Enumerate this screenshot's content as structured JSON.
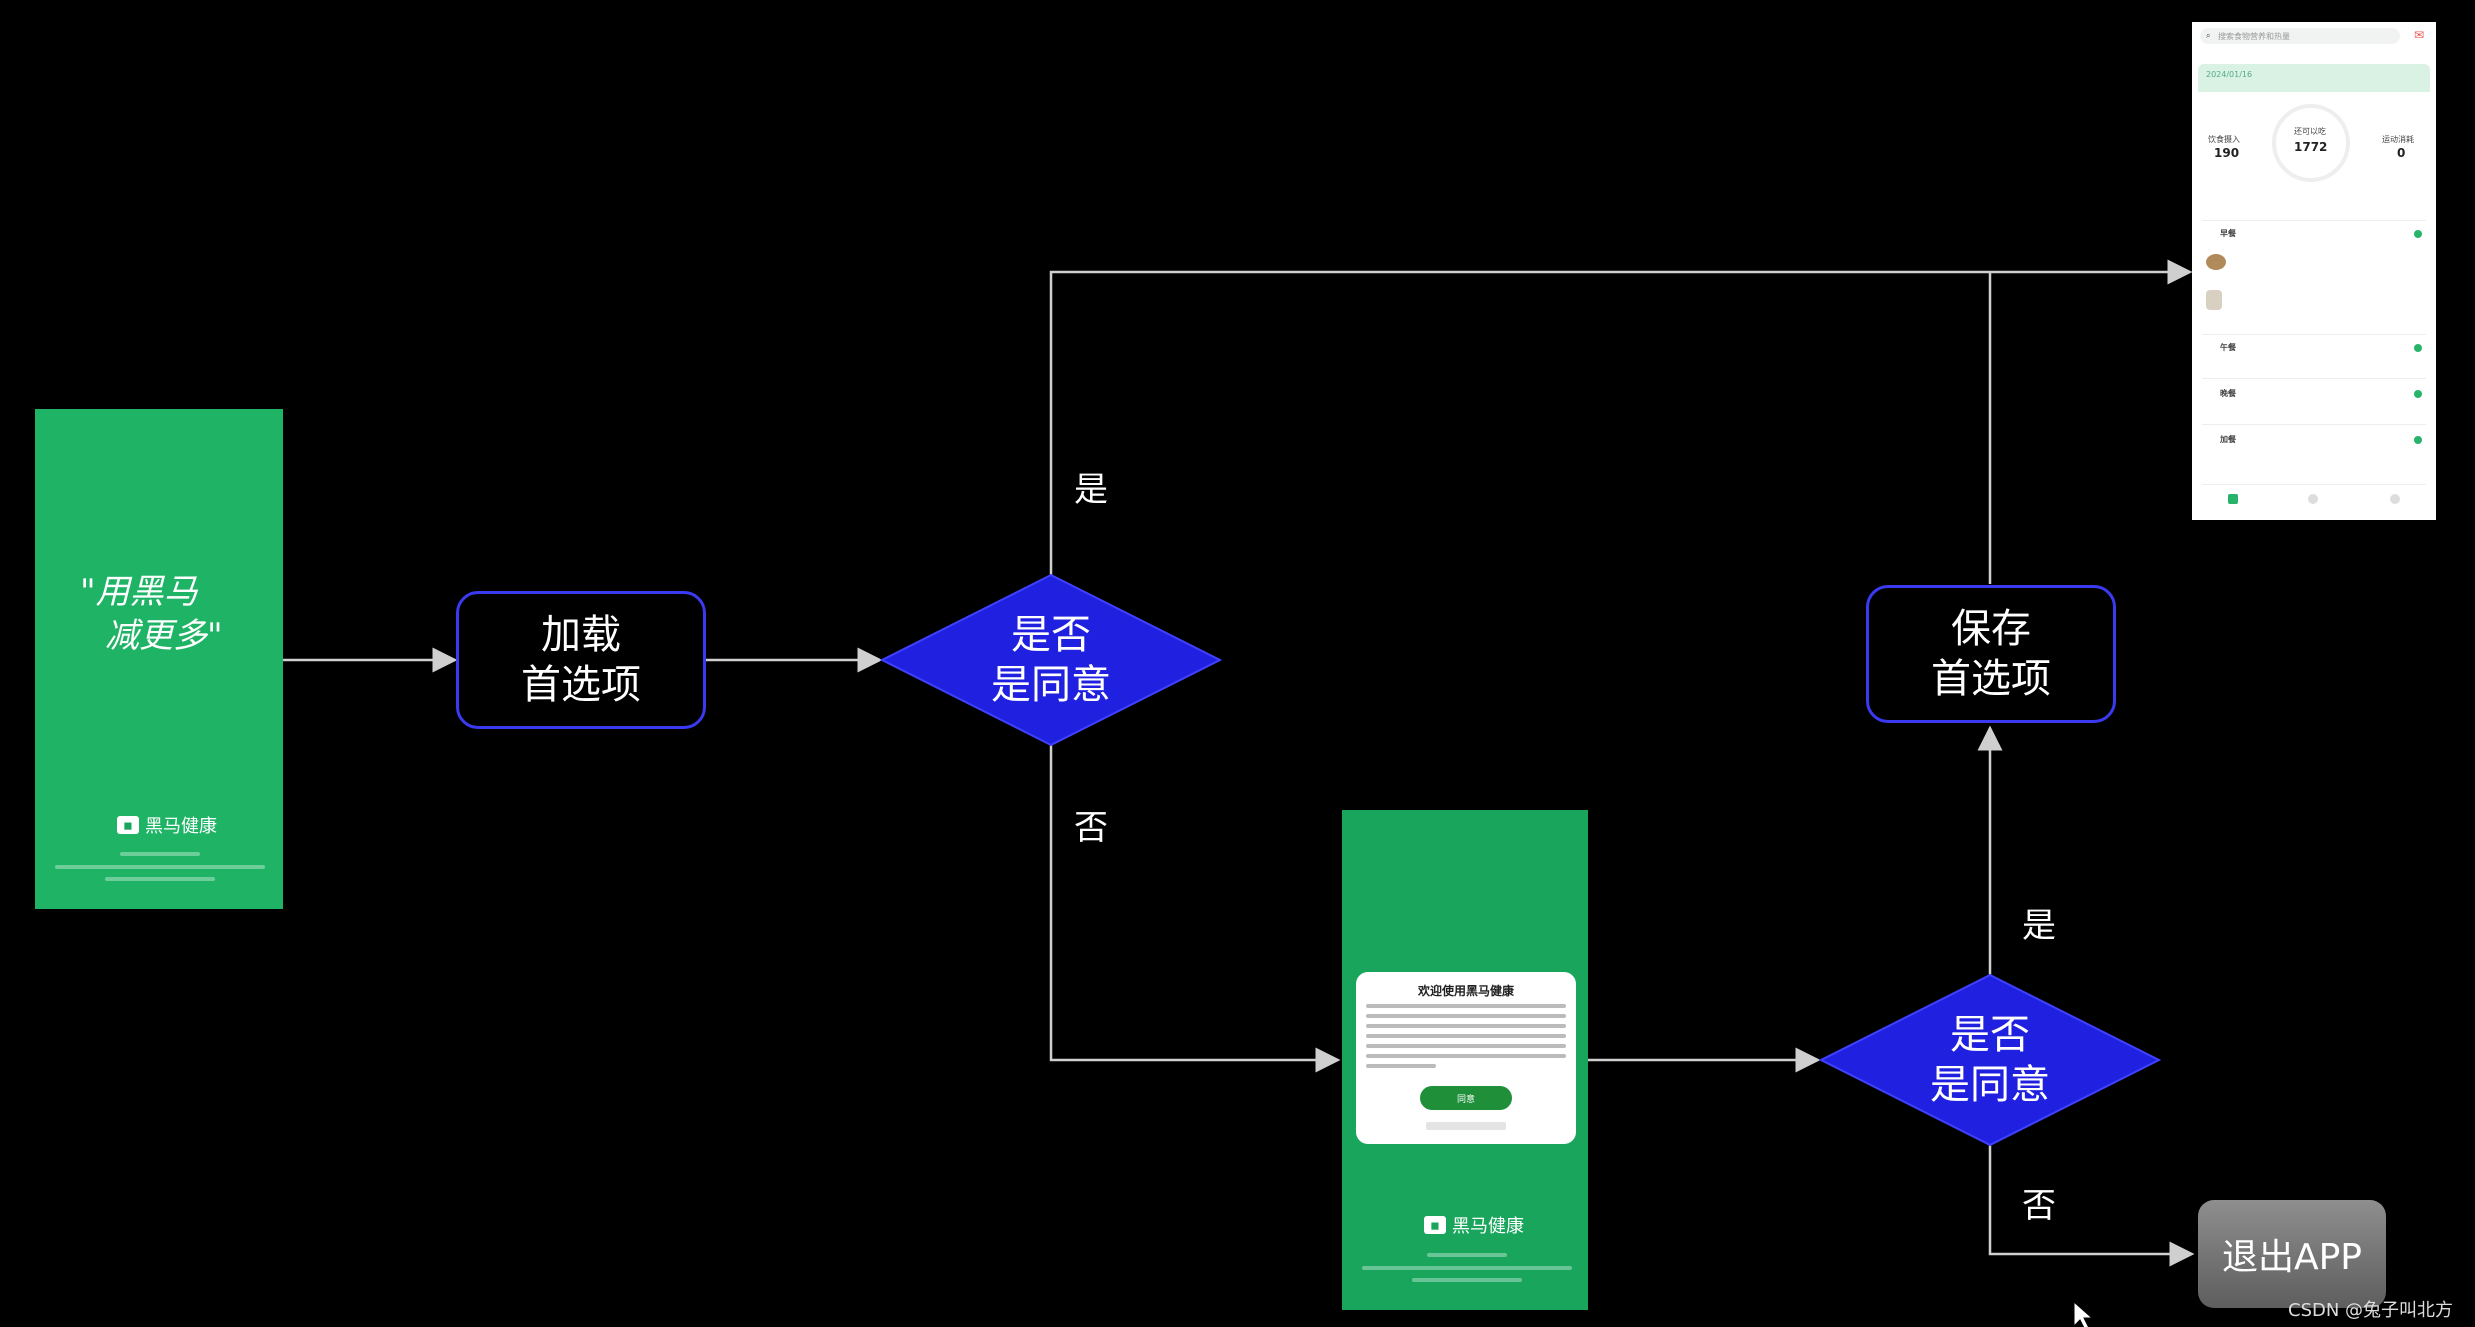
{
  "colors": {
    "box_border": "#3a3af0",
    "diamond_fill": "#2020e0",
    "splash_green": "#1fb465",
    "connector": "#cfcfcf"
  },
  "nodes": {
    "load_prefs": "加载\n首选项",
    "decision_1": "是否\n是同意",
    "decision_2": "是否\n是同意",
    "save_prefs": "保存\n首选项"
  },
  "edge_labels": {
    "yes_1": "是",
    "no_1": "否",
    "yes_2": "是",
    "no_2": "否"
  },
  "exit_button": "退出APP",
  "splash": {
    "slogan_line1": "\"用黑马",
    "slogan_line2": "减更多\"",
    "brand": "黑马健康"
  },
  "dialog": {
    "title": "欢迎使用黑马健康",
    "agree": "同意"
  },
  "phone": {
    "search_placeholder": "搜索食物营养和热量",
    "date": "2024/01/16",
    "intake_label": "饮食摄入",
    "intake_value": "190",
    "remaining_label": "还可以吃",
    "remaining_value": "1772",
    "burn_label": "运动消耗",
    "burn_value": "0",
    "meals": [
      "早餐",
      "午餐",
      "晚餐",
      "加餐"
    ]
  },
  "watermark": "CSDN @兔子叫北方"
}
